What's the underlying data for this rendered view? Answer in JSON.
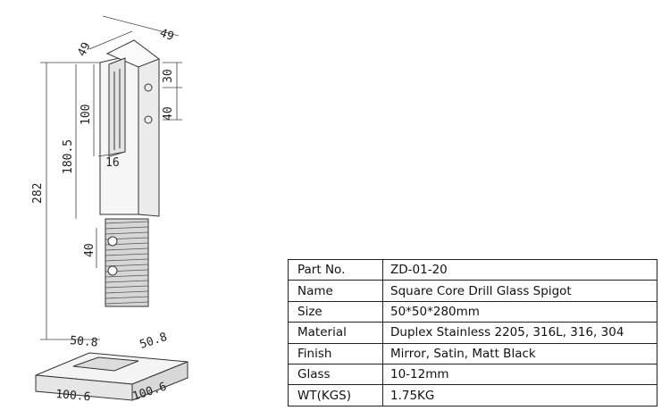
{
  "drawing": {
    "dimensions": {
      "top_width_a": "49",
      "top_width_b": "49",
      "hole_spacing_1": "30",
      "hole_spacing_2": "40",
      "slot_depth": "100",
      "core_length": "180.5",
      "total_height": "282",
      "slot_width": "16",
      "lower_hole_spacing": "40",
      "base_top_a": "50.8",
      "base_top_b": "50.8",
      "base_bottom_a": "100.6",
      "base_bottom_b": "100.6"
    }
  },
  "specs": {
    "rows": [
      {
        "label": "Part No.",
        "value": "ZD-01-20"
      },
      {
        "label": "Name",
        "value": "Square Core Drill Glass Spigot"
      },
      {
        "label": "Size",
        "value": "50*50*280mm"
      },
      {
        "label": "Material",
        "value": "Duplex Stainless 2205, 316L, 316, 304"
      },
      {
        "label": "Finish",
        "value": "Mirror, Satin, Matt Black"
      },
      {
        "label": "Glass",
        "value": "10-12mm"
      },
      {
        "label": "WT(KGS)",
        "value": "1.75KG"
      }
    ]
  }
}
